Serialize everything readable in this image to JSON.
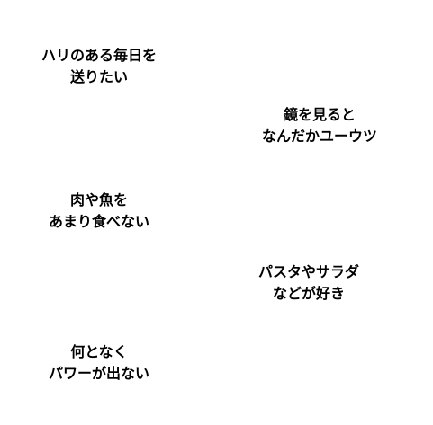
{
  "phrases": [
    {
      "line1": "ハリのある毎日を",
      "line2": "送りたい"
    },
    {
      "line1": "鏡を見ると",
      "line2": "なんだかユーウツ"
    },
    {
      "line1": "肉や魚を",
      "line2": "あまり食べない"
    },
    {
      "line1": "パスタやサラダ",
      "line2": "などが好き"
    },
    {
      "line1": "何となく",
      "line2": "パワーが出ない"
    }
  ]
}
